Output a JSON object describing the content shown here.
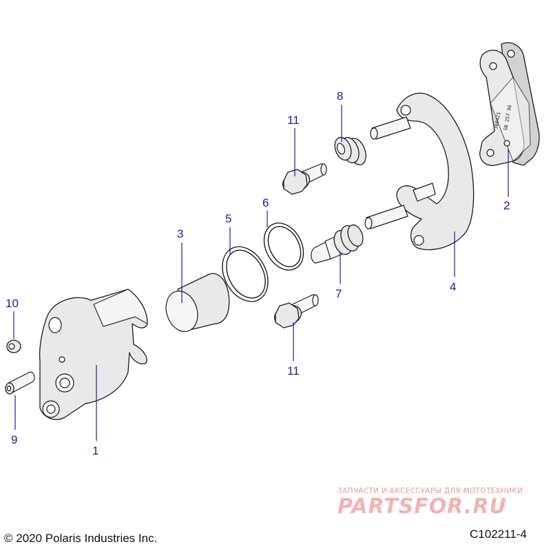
{
  "callout_color": "#1a1aa8",
  "callouts": {
    "c1": "1",
    "c2": "2",
    "c3": "3",
    "c4": "4",
    "c5": "5",
    "c6": "6",
    "c7": "7",
    "c8": "8",
    "c9": "9",
    "c10": "10",
    "c11a": "11",
    "c11b": "11"
  },
  "parts": {
    "caliper": "caliper-body",
    "pads": "brake-pads",
    "piston": "piston",
    "seal_large": "seal-ring",
    "seal_small": "dust-seal-ring",
    "bracket": "caliper-bracket",
    "pin": "slide-pin-with-boot",
    "boot": "rubber-boot",
    "bleeder": "bleeder-screw",
    "cap": "bleeder-cap",
    "bolts": "flange-bolt"
  },
  "pad_marking": {
    "line1": "360421",
    "line2": "SB 257 96"
  },
  "footer": {
    "copyright": "© 2020 Polaris Industries Inc.",
    "diagram_code": "C102211-4"
  },
  "watermark": {
    "tagline": "ЗАПЧАСТИ И АКСЕССУАРЫ ДЛЯ МОТОТЕХНИКИ",
    "logo": "PARTSFOR.RU"
  }
}
